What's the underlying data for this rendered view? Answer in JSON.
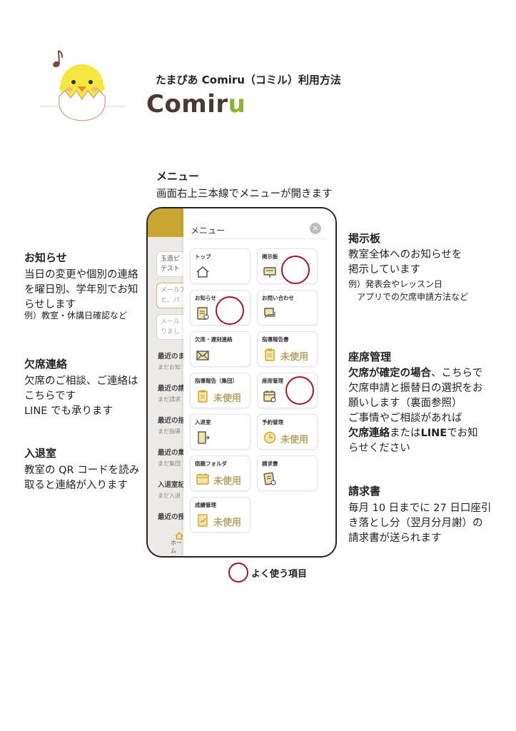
{
  "header": {
    "title": "たまぴあ Comiru（コミル）利用方法",
    "logo_main": "Comir",
    "logo_accent": "u"
  },
  "menu_intro": {
    "heading": "メニュー",
    "text": "画面右上三本線でメニューが開きます"
  },
  "left_sections": [
    {
      "heading": "お知らせ",
      "lines": [
        "当日の変更や個別の連絡",
        "を曜日別、学年別でお知",
        "らせします"
      ],
      "note": "例）教室・休講日確認など"
    },
    {
      "heading": "欠席連絡",
      "lines": [
        "欠席のご相談、ご連絡は",
        "こちらです",
        "LINE でも承ります"
      ]
    },
    {
      "heading": "入退室",
      "lines": [
        "教室の QR コードを読み",
        "取ると連絡が入ります"
      ]
    }
  ],
  "right_sections": {
    "board": {
      "heading": "掲示板",
      "lines": [
        "教室全体へのお知らせを",
        "掲示しています"
      ],
      "notes": [
        "例）発表会やレッスン日",
        "　アプリでの欠席申請方法など"
      ]
    },
    "seat": {
      "heading": "座席管理",
      "line1_bold": "欠席が確定の場合",
      "line1_rest": "、こちらで",
      "line2": "欠席申請と振替日の選択をお",
      "line3": "願いします（裏面参照）",
      "line4": "ご事情やご相談があれば",
      "line5_bold1": "欠席連絡",
      "line5_mid": "または",
      "line5_bold2": "LINE",
      "line5_rest": "でお知",
      "line6": "らせください"
    },
    "invoice": {
      "heading": "請求書",
      "lines": [
        "毎月 10 日までに 27 日口座引",
        "き落とし分（翌月分月謝）の",
        "請求書が送られます"
      ]
    }
  },
  "legend": {
    "label": "よく使う項目"
  },
  "phone": {
    "left_boxes": [
      "玉造ピ",
      "テスト",
      "メールア",
      "と、パ",
      "メール",
      "りまし"
    ],
    "left_heads": [
      "最近のま",
      "最近の請",
      "最近の指",
      "最近の集",
      "入退室記",
      "最近の授"
    ],
    "left_subs": [
      "まだお知",
      "まだ請求",
      "まだ指導",
      "まだ集団",
      "まだ入退",
      ""
    ],
    "home_label": "ホーム",
    "menu_title": "メニュー",
    "close_symbol": "×",
    "tiles": [
      {
        "label": "トップ",
        "icon": "home-icon",
        "unused": ""
      },
      {
        "label": "掲示板",
        "icon": "board-icon",
        "unused": ""
      },
      {
        "label": "お知らせ",
        "icon": "notice-icon",
        "unused": ""
      },
      {
        "label": "お問い合わせ",
        "icon": "chat-icon",
        "unused": ""
      },
      {
        "label": "欠席・遅刻連絡",
        "icon": "envelope-icon",
        "unused": ""
      },
      {
        "label": "指導報告書",
        "icon": "clipboard-icon",
        "unused": "未使用"
      },
      {
        "label": "指導報告（集団）",
        "icon": "clipboard-icon",
        "unused": "未使用"
      },
      {
        "label": "座席管理",
        "icon": "calendar-icon",
        "unused": ""
      },
      {
        "label": "入退室",
        "icon": "door-icon",
        "unused": ""
      },
      {
        "label": "予約管理",
        "icon": "clock-icon",
        "unused": "未使用"
      },
      {
        "label": "宿題フォルダ",
        "icon": "calendar-icon",
        "unused": "未使用"
      },
      {
        "label": "請求書",
        "icon": "invoice-icon",
        "unused": ""
      },
      {
        "label": "成績管理",
        "icon": "grade-icon",
        "unused": "未使用"
      }
    ]
  },
  "colors": {
    "accent_red": "#a3132a",
    "gold": "#c9a632",
    "unused_text": "#b5a46a",
    "logo_brown": "#4a3a33",
    "logo_green": "#8ab23a"
  }
}
